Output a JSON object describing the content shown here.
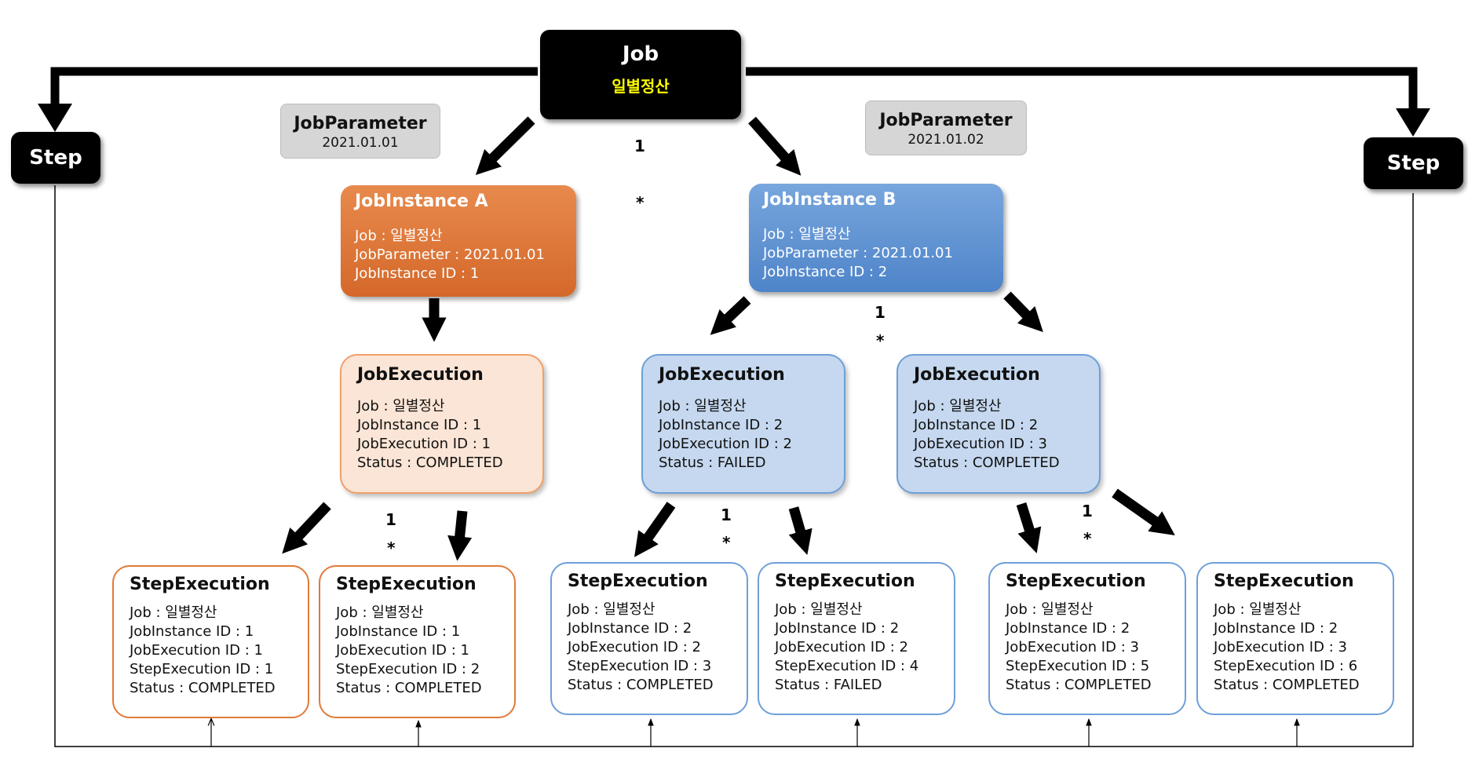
{
  "job": {
    "title": "Job",
    "name": "일별정산",
    "name_color": "#ffff00"
  },
  "steps": {
    "left": "Step",
    "right": "Step"
  },
  "job_parameters": [
    {
      "title": "JobParameter",
      "value": "2021.01.01"
    },
    {
      "title": "JobParameter",
      "value": "2021.01.02"
    }
  ],
  "job_instances": [
    {
      "title": "JobInstance A",
      "lines": [
        "Job : 일별정산",
        "JobParameter : 2021.01.01",
        "JobInstance ID : 1"
      ],
      "color": "#e07a3a"
    },
    {
      "title": "JobInstance B",
      "lines": [
        "Job : 일별정산",
        "JobParameter : 2021.01.01",
        "JobInstance ID : 2"
      ],
      "color": "#5b8fd0"
    }
  ],
  "job_executions": [
    {
      "title": "JobExecution",
      "lines": [
        "Job : 일별정산",
        "JobInstance ID : 1",
        "JobExecution ID : 1",
        "Status : COMPLETED"
      ]
    },
    {
      "title": "JobExecution",
      "lines": [
        "Job : 일별정산",
        "JobInstance ID : 2",
        "JobExecution ID : 2",
        "Status : FAILED"
      ]
    },
    {
      "title": "JobExecution",
      "lines": [
        "Job : 일별정산",
        "JobInstance ID : 2",
        "JobExecution ID : 3",
        "Status : COMPLETED"
      ]
    }
  ],
  "step_executions": [
    {
      "title": "StepExecution",
      "lines": [
        "Job : 일별정산",
        "JobInstance ID : 1",
        "JobExecution ID : 1",
        "StepExecution ID : 1",
        "Status : COMPLETED"
      ]
    },
    {
      "title": "StepExecution",
      "lines": [
        "Job : 일별정산",
        "JobInstance ID : 1",
        "JobExecution ID : 1",
        "StepExecution ID : 2",
        "Status : COMPLETED"
      ]
    },
    {
      "title": "StepExecution",
      "lines": [
        "Job : 일별정산",
        "JobInstance ID : 2",
        "JobExecution ID : 2",
        "StepExecution ID : 3",
        "Status : COMPLETED"
      ]
    },
    {
      "title": "StepExecution",
      "lines": [
        "Job : 일별정산",
        "JobInstance ID : 2",
        "JobExecution ID : 2",
        "StepExecution ID : 4",
        "Status : FAILED"
      ]
    },
    {
      "title": "StepExecution",
      "lines": [
        "Job : 일별정산",
        "JobInstance ID : 2",
        "JobExecution ID : 3",
        "StepExecution ID : 5",
        "Status : COMPLETED"
      ]
    },
    {
      "title": "StepExecution",
      "lines": [
        "Job : 일별정산",
        "JobInstance ID : 2",
        "JobExecution ID : 3",
        "StepExecution ID : 6",
        "Status : COMPLETED"
      ]
    }
  ],
  "multiplicity": {
    "one": "1",
    "many": "*"
  },
  "colors": {
    "orange_fill": "#fbe5d6",
    "orange_border": "#e07a3a",
    "blue_fill": "#c5d8ef",
    "blue_border": "#6f9fd8"
  }
}
